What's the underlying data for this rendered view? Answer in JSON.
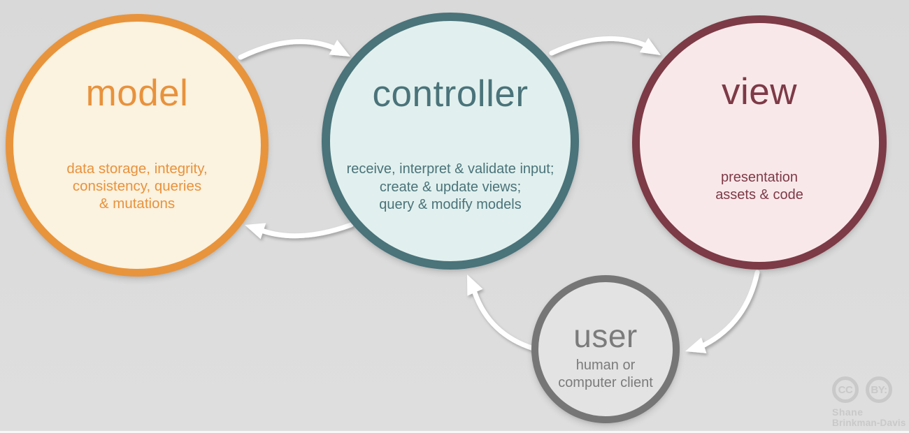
{
  "diagram": {
    "title_implied": "model-view-controller cycle",
    "arrow_color": "#ffffff",
    "nodes": [
      {
        "id": "model",
        "title": "model",
        "description": "data storage, integrity,\nconsistency, queries\n& mutations",
        "border_color": "#e8943c",
        "fill_color": "#fbf2df",
        "text_color": "#e8923c"
      },
      {
        "id": "controller",
        "title": "controller",
        "description": "receive, interpret & validate input;\ncreate & update views;\nquery & modify models",
        "border_color": "#4a737a",
        "fill_color": "#e1f0ee",
        "text_color": "#4a737a"
      },
      {
        "id": "view",
        "title": "view",
        "description": "presentation\nassets & code",
        "border_color": "#7c3b46",
        "fill_color": "#f9e8ea",
        "text_color": "#7d3a46"
      },
      {
        "id": "user",
        "title": "user",
        "description": "human or\ncomputer client",
        "border_color": "#767676",
        "fill_color": "#e3e3e3",
        "text_color": "#7b7b7b"
      }
    ],
    "arrows": [
      "model-to-controller",
      "controller-to-view",
      "controller-to-model",
      "view-to-user",
      "user-to-controller"
    ]
  },
  "attribution": {
    "license_badges": [
      "CC",
      "BY:"
    ],
    "author_line1": "Shane",
    "author_line2": "Brinkman-Davis",
    "color": "#c9c9c9"
  }
}
